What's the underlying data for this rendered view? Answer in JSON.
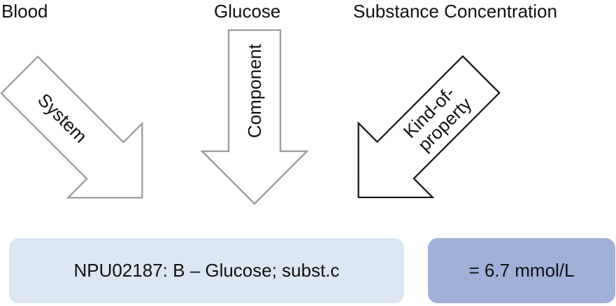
{
  "concepts": {
    "system_concept": "Blood",
    "component_concept": "Glucose",
    "property_concept": "Substance Concentration"
  },
  "arrows": {
    "system": {
      "label": "System",
      "stroke": "#9b9b9b"
    },
    "component": {
      "label": "Component",
      "stroke": "#9b9b9b"
    },
    "kind_of_property": {
      "label_line1": "Kind-of-",
      "label_line2": "property",
      "stroke": "#1a1a1a"
    }
  },
  "results": {
    "npu_code": {
      "text": "NPU02187: B – Glucose; subst.c",
      "fill": "#dbe7f3"
    },
    "value": {
      "text": "= 6.7 mmol/L",
      "fill": "#9fb1d9"
    }
  }
}
